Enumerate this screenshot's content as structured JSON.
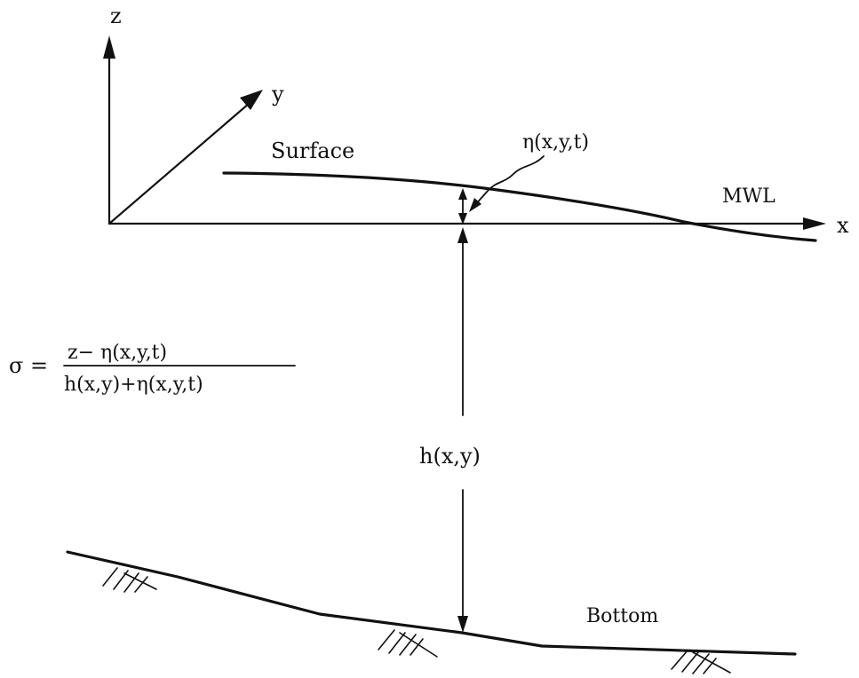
{
  "axes": {
    "z_label": "z",
    "y_label": "y",
    "x_label": "x"
  },
  "surface": {
    "label": "Surface",
    "eta_label": "η(x,y,t)"
  },
  "mwl": {
    "label": "MWL"
  },
  "depth": {
    "label": "h(x,y)"
  },
  "bottom": {
    "label": "Bottom"
  },
  "sigma": {
    "lhs": "σ =",
    "numerator": "z− η(x,y,t)",
    "denominator": "h(x,y)+η(x,y,t)"
  }
}
